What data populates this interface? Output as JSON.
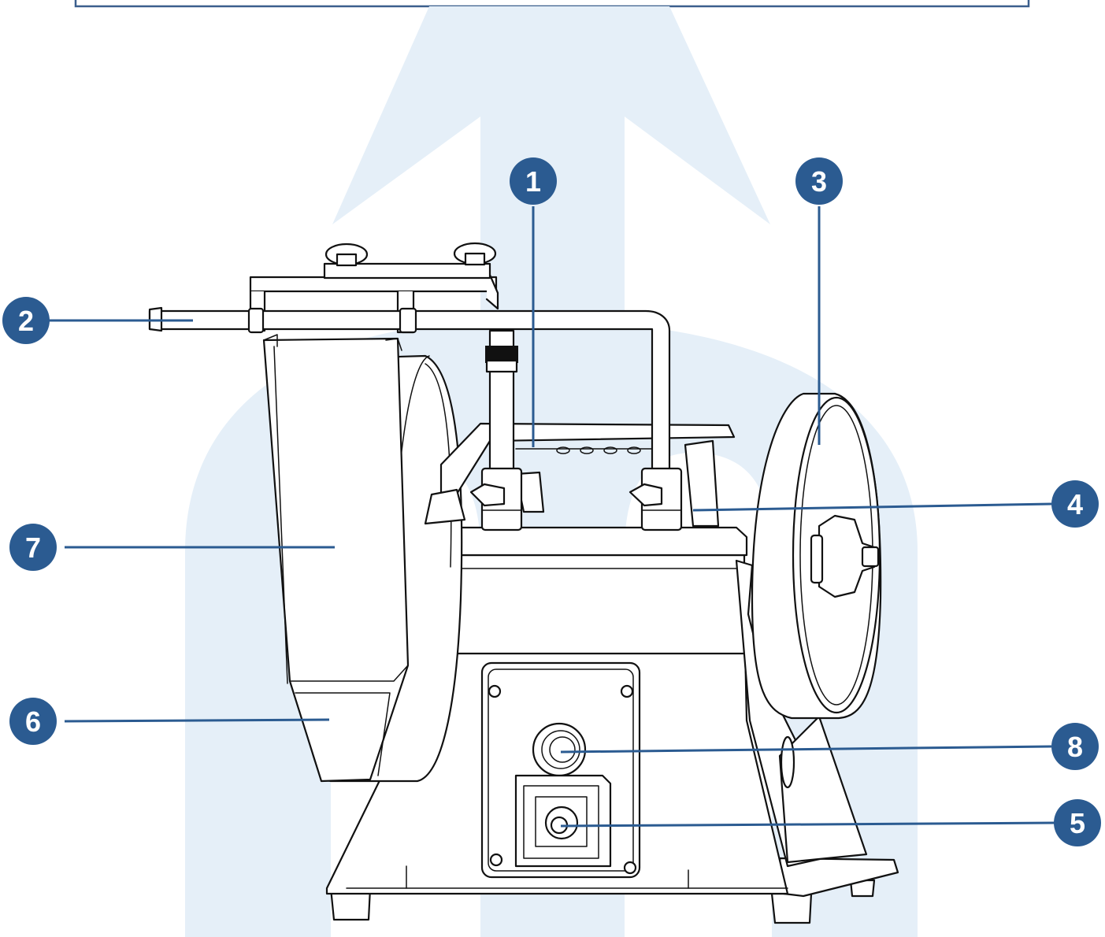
{
  "colors": {
    "background": "#ffffff",
    "watermark": "#e5eff8",
    "callout": "#2b5b91",
    "header_border": "#3b5f8d",
    "line_art": "#111111"
  },
  "callouts": [
    {
      "number": "1"
    },
    {
      "number": "2"
    },
    {
      "number": "3"
    },
    {
      "number": "4"
    },
    {
      "number": "5"
    },
    {
      "number": "6"
    },
    {
      "number": "7"
    },
    {
      "number": "8"
    }
  ]
}
